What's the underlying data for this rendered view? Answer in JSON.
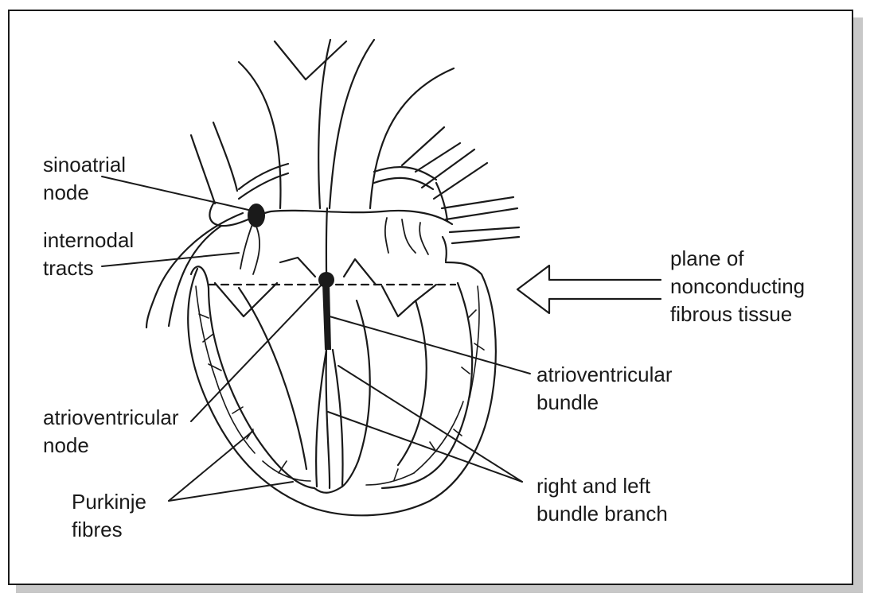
{
  "colors": {
    "ink": "#1a1a1a",
    "shadow": "#c8c8c8",
    "background": "#ffffff"
  },
  "labels": {
    "sinoatrial_node": [
      "sinoatrial",
      "node"
    ],
    "internodal_tracts": [
      "internodal",
      "tracts"
    ],
    "plane_fibrous": [
      "plane of",
      "nonconducting",
      "fibrous tissue"
    ],
    "av_bundle": [
      "atrioventricular",
      "bundle"
    ],
    "av_node": [
      "atrioventricular",
      "node"
    ],
    "bundle_branch": [
      "right and left",
      "bundle branch"
    ],
    "purkinje": [
      "Purkinje",
      "fibres"
    ]
  }
}
